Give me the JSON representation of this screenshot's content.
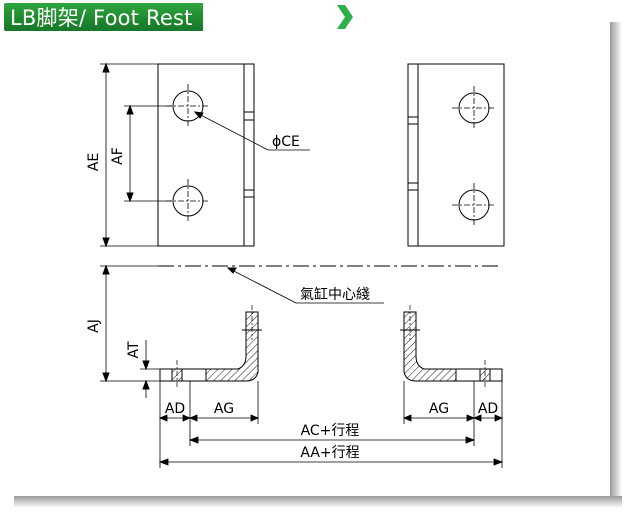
{
  "header": {
    "title": "LB脚架/ Foot Rest"
  },
  "diagram": {
    "labels": {
      "ae": "AE",
      "af": "AF",
      "ce": "ϕCE",
      "aj": "AJ",
      "at": "AT",
      "cylinder_center_line": "氣缸中心綫",
      "ad_left": "AD",
      "ag_left": "AG",
      "ag_right": "AG",
      "ad_right": "AD",
      "ac_stroke": "AC+行程",
      "aa_stroke": "AA+行程"
    },
    "colors": {
      "header_green": "#1f8a2e",
      "chevron_green": "#2db04a",
      "line": "#000000"
    }
  }
}
